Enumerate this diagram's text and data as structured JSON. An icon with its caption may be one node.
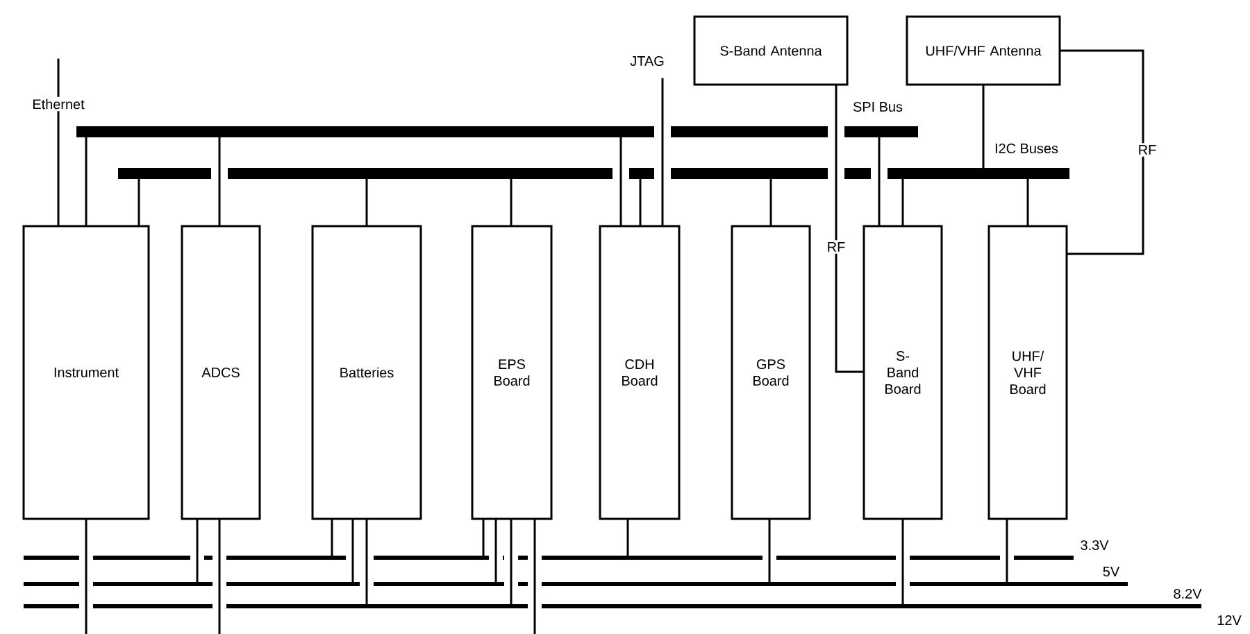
{
  "diagram": {
    "nodes": [
      {
        "text": [
          "S-Band Antenna"
        ]
      },
      {
        "text": [
          "UHF/VHF Antenna"
        ]
      },
      {
        "text": [],
        "shape": "bar",
        "beside": [
          "SPI Bus"
        ]
      },
      {
        "text": [],
        "shape": "bar",
        "beside": [
          "I2C Buses"
        ]
      },
      {
        "text": [
          "Instrument"
        ]
      },
      {
        "text": [
          "ADCS"
        ]
      },
      {
        "text": [
          "Batteries"
        ]
      },
      {
        "text": [
          "EPS Board"
        ]
      },
      {
        "text": [
          "CDH Board"
        ]
      },
      {
        "text": [
          "GPS Board"
        ]
      },
      {
        "text": [
          "S- Band Board"
        ]
      },
      {
        "text": [
          "UHF/ VHF Board"
        ]
      },
      {
        "text": [],
        "shape": "bar",
        "beside": [
          "3.3V"
        ]
      },
      {
        "text": [],
        "shape": "bar",
        "beside": [
          "5V"
        ]
      },
      {
        "text": [],
        "shape": "bar",
        "beside": [
          "8.2V"
        ]
      }
    ],
    "edges": [
      {
        "from": null,
        "to": 4,
        "arrow": "none",
        "label": "Ethernet"
      },
      {
        "from": null,
        "to": 8,
        "arrow": "none",
        "label": "JTAG"
      },
      {
        "from": 2,
        "to": 4,
        "arrow": "none"
      },
      {
        "from": 2,
        "to": 5,
        "arrow": "none"
      },
      {
        "from": 2,
        "to": 8,
        "arrow": "none"
      },
      {
        "from": 2,
        "to": 10,
        "arrow": "none"
      },
      {
        "from": 3,
        "to": 4,
        "arrow": "none"
      },
      {
        "from": 3,
        "to": 6,
        "arrow": "none"
      },
      {
        "from": 3,
        "to": 7,
        "arrow": "none"
      },
      {
        "from": 3,
        "to": 8,
        "arrow": "none"
      },
      {
        "from": 3,
        "to": 9,
        "arrow": "none"
      },
      {
        "from": 3,
        "to": 10,
        "arrow": "none"
      },
      {
        "from": 3,
        "to": 11,
        "arrow": "none"
      },
      {
        "from": 1,
        "to": 3,
        "arrow": "none"
      },
      {
        "from": 0,
        "to": 10,
        "arrow": "none",
        "label": "RF"
      },
      {
        "from": 1,
        "to": 11,
        "arrow": "none",
        "label": "RF"
      },
      {
        "from": 5,
        "to": 13,
        "arrow": "none"
      },
      {
        "from": 6,
        "to": 12,
        "arrow": "none"
      },
      {
        "from": 6,
        "to": 13,
        "arrow": "none"
      },
      {
        "from": 6,
        "to": 14,
        "arrow": "none"
      },
      {
        "from": 7,
        "to": 12,
        "arrow": "none"
      },
      {
        "from": 7,
        "to": 13,
        "arrow": "none"
      },
      {
        "from": 7,
        "to": 14,
        "arrow": "none"
      },
      {
        "from": 8,
        "to": 12,
        "arrow": "none"
      },
      {
        "from": 9,
        "to": 13,
        "arrow": "none"
      },
      {
        "from": 10,
        "to": 14,
        "arrow": "none"
      },
      {
        "from": 11,
        "to": 13,
        "arrow": "none"
      },
      {
        "from": 4,
        "to": null,
        "arrow": "none"
      },
      {
        "from": 5,
        "to": null,
        "arrow": "none"
      },
      {
        "from": 7,
        "to": null,
        "arrow": "none"
      }
    ],
    "labels": [
      "12V"
    ]
  }
}
